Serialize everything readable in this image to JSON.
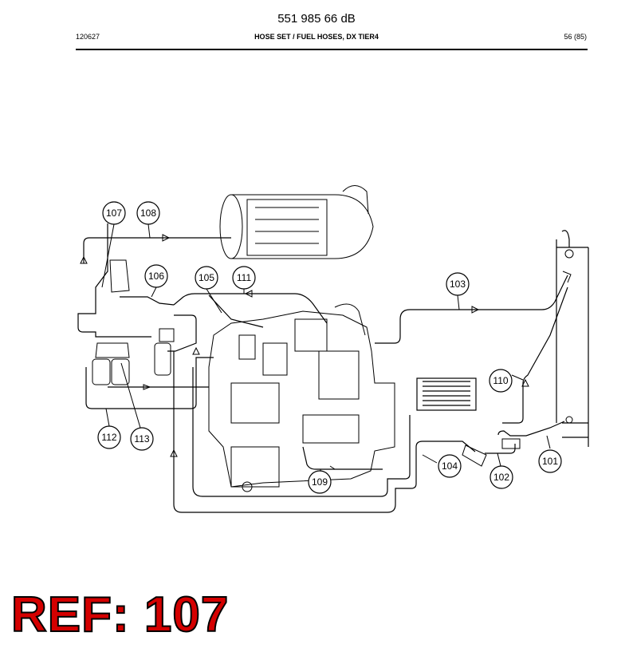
{
  "header": {
    "doc_number": "551 985 66 dB",
    "date_code": "120627",
    "section_title": "HOSE SET / FUEL HOSES, DX TIER4",
    "page": "56 (85)"
  },
  "callouts": [
    {
      "id": "107",
      "label": "107"
    },
    {
      "id": "108",
      "label": "108"
    },
    {
      "id": "106",
      "label": "106"
    },
    {
      "id": "105",
      "label": "105"
    },
    {
      "id": "111",
      "label": "111"
    },
    {
      "id": "103",
      "label": "103"
    },
    {
      "id": "110",
      "label": "110"
    },
    {
      "id": "112",
      "label": "112"
    },
    {
      "id": "113",
      "label": "113"
    },
    {
      "id": "109",
      "label": "109"
    },
    {
      "id": "104",
      "label": "104"
    },
    {
      "id": "102",
      "label": "102"
    },
    {
      "id": "101",
      "label": "101"
    }
  ],
  "ref": {
    "text": "REF: 107"
  },
  "colors": {
    "ref_fill": "#d40000",
    "line": "#000000"
  }
}
